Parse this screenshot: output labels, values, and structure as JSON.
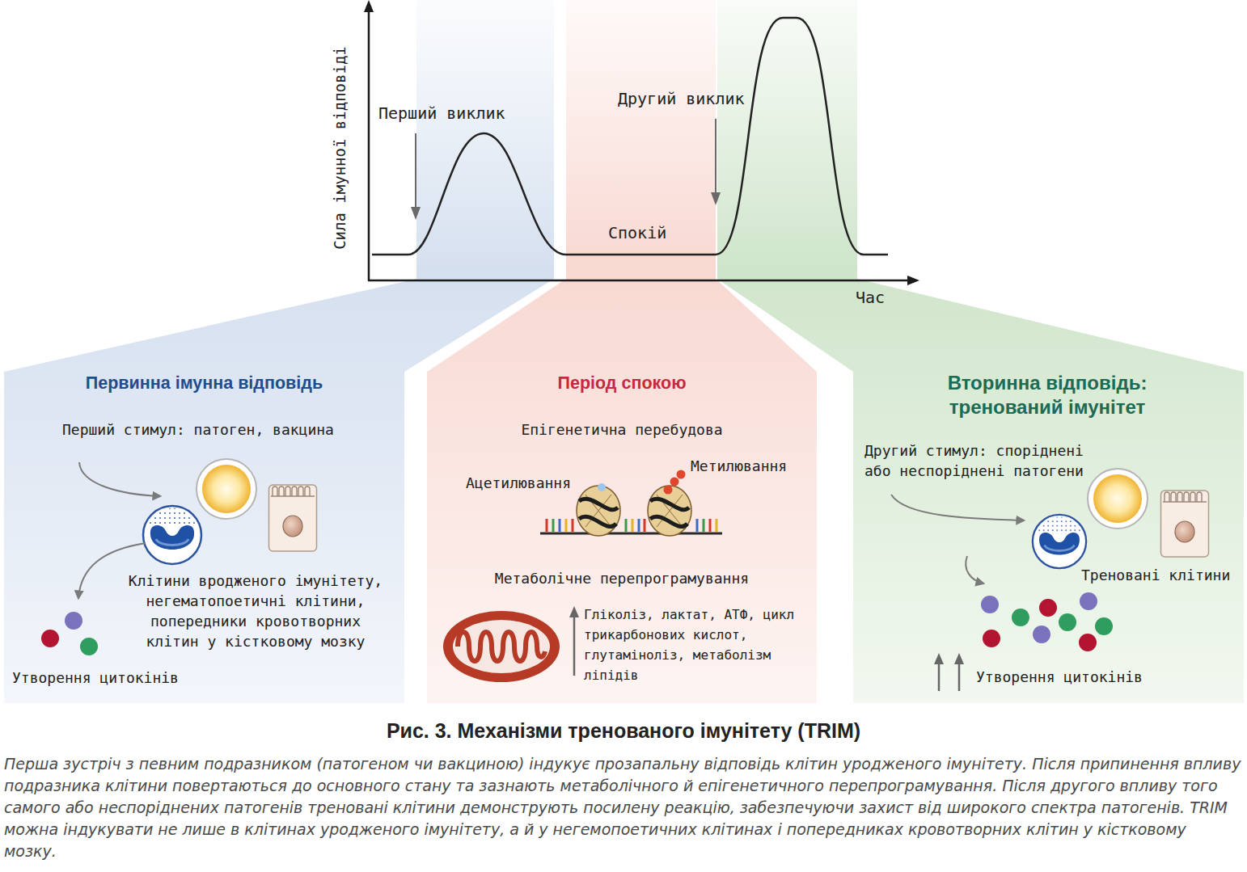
{
  "diagram": {
    "title": "Рис. 3. Механізми тренованого імунітету (TRIM)",
    "caption": "Перша зустріч з певним подразником (патогеном чи вакциною) індукує прозапальну відповідь клітин уродженого імунітету. Після припинення впливу подразника клітини повертаються до основного стану та зазнають метаболічного й епігенетичного перепрограмування. Після другого впливу того самого або неспоріднених патогенів треновані клітини демонструють посилену реакцію, забезпечуючи захист від широкого спектра патогенів. TRIM можна індукувати не лише в клітинах уродженого імунітету, а й у негемопоетичних клітинах і попередниках кровотворних клітин у кістковому мозку.",
    "nodes": [
      {
        "text": [
          "Первинна імунна відповідь",
          "Перший стимул: патоген, вакцина",
          "Клітини вродженого імунітету, негематопоетичні клітини, попередники кровотворних клітин у кістковому мозку",
          "Утворення цитокінів"
        ]
      },
      {
        "text": [
          "Період спокою",
          "Епігенетична перебудова",
          "Ацетилювання",
          "Метилювання",
          "Метаболічне перепрограмування",
          "Гліколіз, лактат, АТФ, цикл трикарбонових кислот, глутаміноліз, метаболізм ліпідів"
        ]
      },
      {
        "text": [
          "Вторинна відповідь: тренований імунітет",
          "Другий стимул: споріднені або неспоріднені патогени",
          "Треновані клітини",
          "Утворення цитокінів"
        ]
      }
    ],
    "labels": [
      "Сила імунної відповіді",
      "Перший виклик",
      "Другий виклик",
      "Спокій",
      "Час"
    ]
  }
}
